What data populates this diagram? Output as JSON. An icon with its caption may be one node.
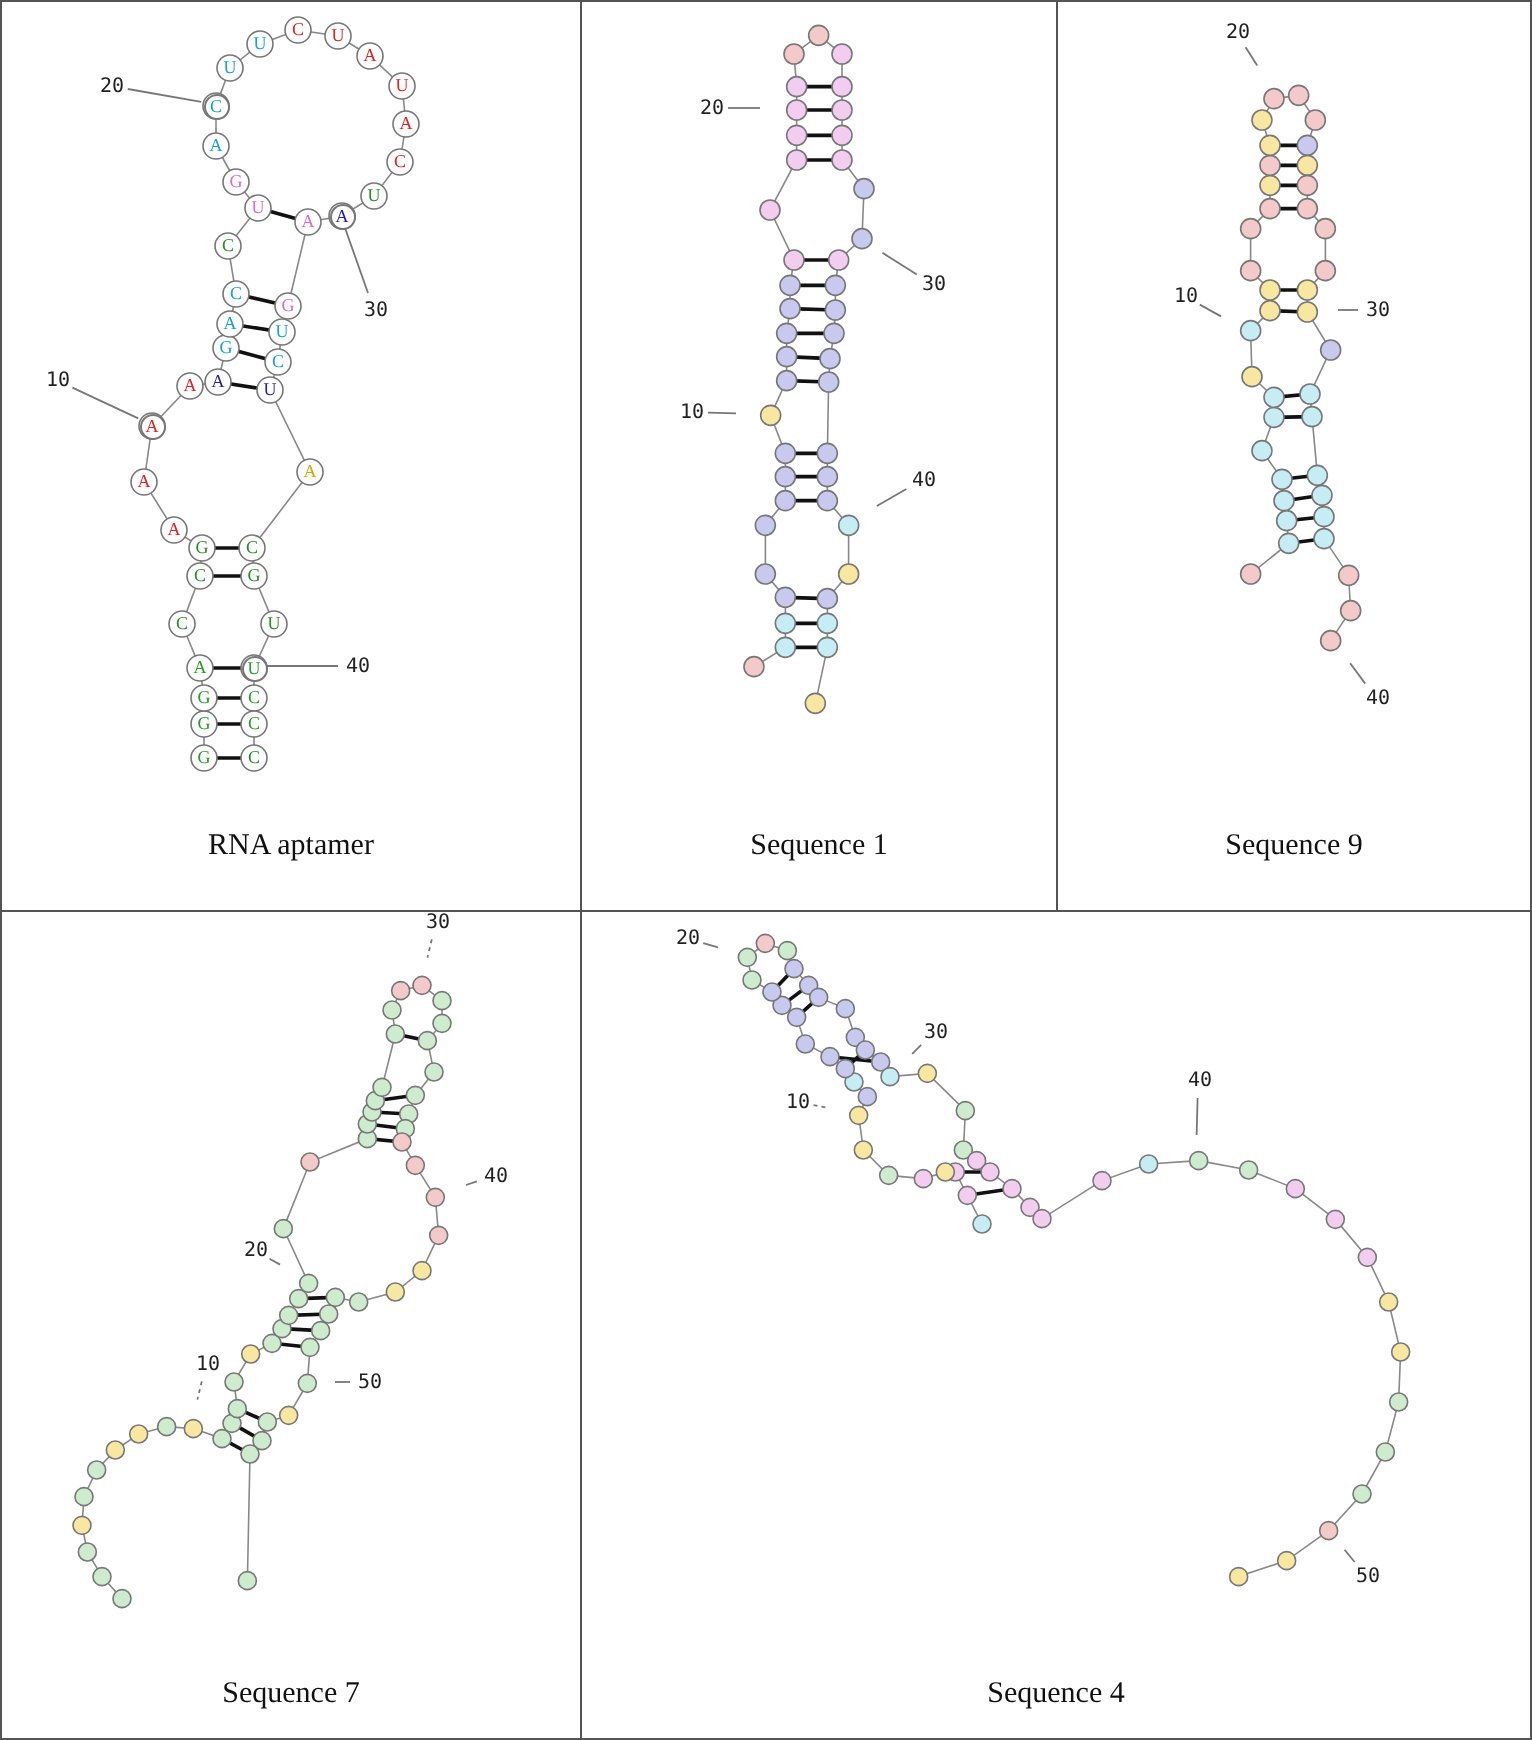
{
  "diagram": {
    "nodes": [
      {
        "text": [
          "RNA aptamer"
        ]
      },
      {
        "text": [
          "10"
        ],
        "in": 0
      },
      {
        "text": [
          "20"
        ],
        "in": 0
      },
      {
        "text": [
          "30"
        ],
        "in": 0
      },
      {
        "text": [
          "40"
        ],
        "in": 0
      },
      {
        "text": [
          "Sequence 1"
        ]
      },
      {
        "text": [
          "10"
        ],
        "in": 5
      },
      {
        "text": [
          "20"
        ],
        "in": 5
      },
      {
        "text": [
          "30"
        ],
        "in": 5
      },
      {
        "text": [
          "40"
        ],
        "in": 5
      },
      {
        "text": [
          "Sequence 9"
        ]
      },
      {
        "text": [
          "10"
        ],
        "in": 10
      },
      {
        "text": [
          "20"
        ],
        "in": 10
      },
      {
        "text": [
          "30"
        ],
        "in": 10
      },
      {
        "text": [
          "40"
        ],
        "in": 10
      },
      {
        "text": [
          "Sequence 7"
        ]
      },
      {
        "text": [
          "10"
        ],
        "in": 15
      },
      {
        "text": [
          "20"
        ],
        "in": 15
      },
      {
        "text": [
          "30"
        ],
        "in": 15
      },
      {
        "text": [
          "40"
        ],
        "in": 15
      },
      {
        "text": [
          "50"
        ],
        "in": 15
      },
      {
        "text": [
          "Sequence 4"
        ]
      },
      {
        "text": [
          "10"
        ],
        "in": 21
      },
      {
        "text": [
          "20"
        ],
        "in": 21
      },
      {
        "text": [
          "30"
        ],
        "in": 21
      },
      {
        "text": [
          "40"
        ],
        "in": 21
      },
      {
        "text": [
          "50"
        ],
        "in": 21
      },
      {
        "text": [
          "A"
        ],
        "in": 0
      },
      {
        "text": [
          "C"
        ],
        "in": 0
      },
      {
        "text": [
          "A"
        ],
        "in": 0
      },
      {
        "text": [
          "U"
        ],
        "in": 0
      }
    ],
    "edges": [
      {
        "from": 1,
        "to": 27,
        "arrow": "none"
      },
      {
        "from": 2,
        "to": 28,
        "arrow": "none"
      },
      {
        "from": 3,
        "to": 29,
        "arrow": "none"
      },
      {
        "from": 4,
        "to": 30,
        "arrow": "none"
      },
      {
        "from": 6,
        "to": null,
        "arrow": "none"
      },
      {
        "from": 7,
        "to": null,
        "arrow": "none"
      },
      {
        "from": 8,
        "to": null,
        "arrow": "none"
      },
      {
        "from": 9,
        "to": null,
        "arrow": "none"
      },
      {
        "from": 11,
        "to": null,
        "arrow": "none"
      },
      {
        "from": 12,
        "to": null,
        "arrow": "none"
      },
      {
        "from": 13,
        "to": null,
        "arrow": "none"
      },
      {
        "from": 14,
        "to": null,
        "arrow": "none"
      },
      {
        "from": 16,
        "to": null,
        "arrow": "none",
        "style": "dashed"
      },
      {
        "from": 17,
        "to": null,
        "arrow": "none"
      },
      {
        "from": 18,
        "to": null,
        "arrow": "none",
        "style": "dashed"
      },
      {
        "from": 19,
        "to": null,
        "arrow": "none"
      },
      {
        "from": 20,
        "to": null,
        "arrow": "none"
      },
      {
        "from": 22,
        "to": null,
        "arrow": "none",
        "style": "dashed"
      },
      {
        "from": 23,
        "to": null,
        "arrow": "none"
      },
      {
        "from": 24,
        "to": null,
        "arrow": "none"
      },
      {
        "from": 25,
        "to": null,
        "arrow": "none"
      },
      {
        "from": 26,
        "to": null,
        "arrow": "none"
      }
    ],
    "labels": [
      "G",
      "G",
      "G",
      "A",
      "C",
      "C",
      "G",
      "A",
      "A",
      "A",
      "A",
      "G",
      "A",
      "C",
      "C",
      "U",
      "G",
      "A",
      "U",
      "U",
      "C",
      "U",
      "A",
      "U",
      "A",
      "C",
      "U",
      "A",
      "G",
      "U",
      "C",
      "U",
      "A",
      "C",
      "G",
      "U",
      "C",
      "C",
      "C"
    ]
  }
}
